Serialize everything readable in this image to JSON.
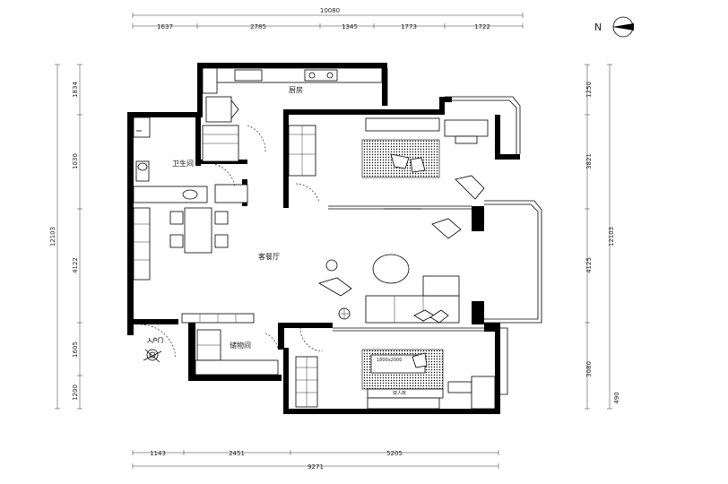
{
  "dimensions": {
    "top_total": "10080",
    "top_segments": [
      "1637",
      "2785",
      "1345",
      "1773",
      "1722"
    ],
    "left_total": "12103",
    "left_segments": [
      "1834",
      "1030",
      "4122",
      "1605",
      "1200"
    ],
    "right_total": "12103",
    "right_segments": [
      "1250",
      "3821",
      "4125",
      "3080"
    ],
    "right_extra": "490",
    "bottom_segments": [
      "1143",
      "2451",
      "5205"
    ],
    "bottom_total": "9271"
  },
  "compass": {
    "label": "N"
  },
  "rooms": {
    "kitchen": "厨房",
    "bathroom": "卫生间",
    "living_dining": "客餐厅",
    "storage": "储物间"
  },
  "annotations": {
    "entry": "入户门",
    "bed_label": "双人床",
    "bed_dim": "1800x2000"
  }
}
